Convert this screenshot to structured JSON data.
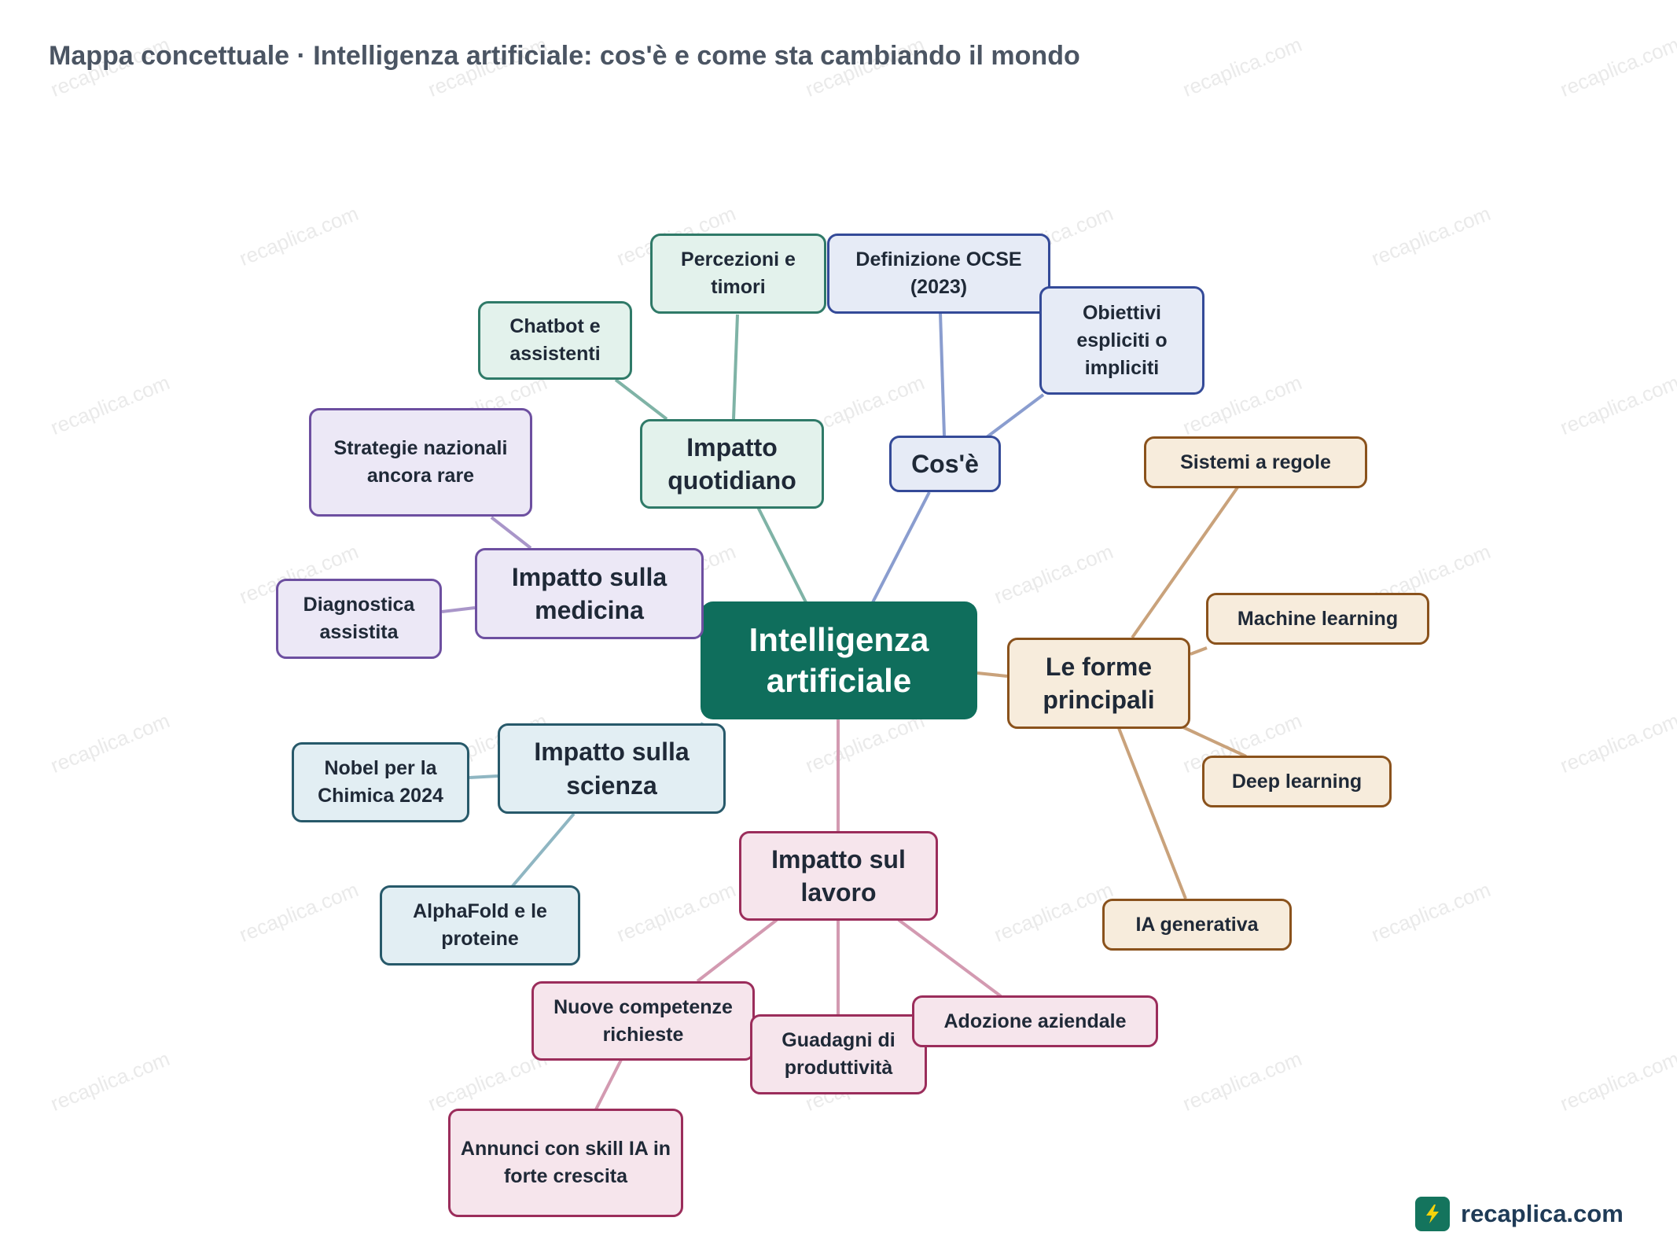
{
  "title": "Mappa concettuale · Intelligenza artificiale: cos'è e come sta cambiando il mondo",
  "watermark": "recaplica.com",
  "center": "Intelligenza artificiale",
  "branches": {
    "cose": {
      "label": "Cos'è",
      "color": "#344a98",
      "children": [
        "Definizione OCSE (2023)",
        "Obiettivi espliciti o impliciti"
      ]
    },
    "forme": {
      "label": "Le forme principali",
      "color": "#8a521c",
      "children": [
        "Sistemi a regole",
        "Machine learning",
        "Deep learning",
        "IA generativa"
      ]
    },
    "quotidiano": {
      "label": "Impatto quotidiano",
      "color": "#2f7a68",
      "children": [
        "Percezioni e timori",
        "Chatbot e assistenti"
      ]
    },
    "medicina": {
      "label": "Impatto sulla medicina",
      "color": "#6d4fa0",
      "children": [
        "Strategie nazionali ancora rare",
        "Diagnostica assistita"
      ]
    },
    "scienza": {
      "label": "Impatto sulla scienza",
      "color": "#27596a",
      "children": [
        "Nobel per la Chimica 2024",
        "AlphaFold e le proteine"
      ]
    },
    "lavoro": {
      "label": "Impatto sul lavoro",
      "color": "#9b2d5b",
      "children": [
        "Nuove competenze richieste",
        "Guadagni di produttività",
        "Adozione aziendale"
      ],
      "grandchild": "Annunci con skill IA in forte crescita"
    }
  },
  "brand": "recaplica.com",
  "icons": {
    "brand": "lightning-bolt-icon"
  }
}
